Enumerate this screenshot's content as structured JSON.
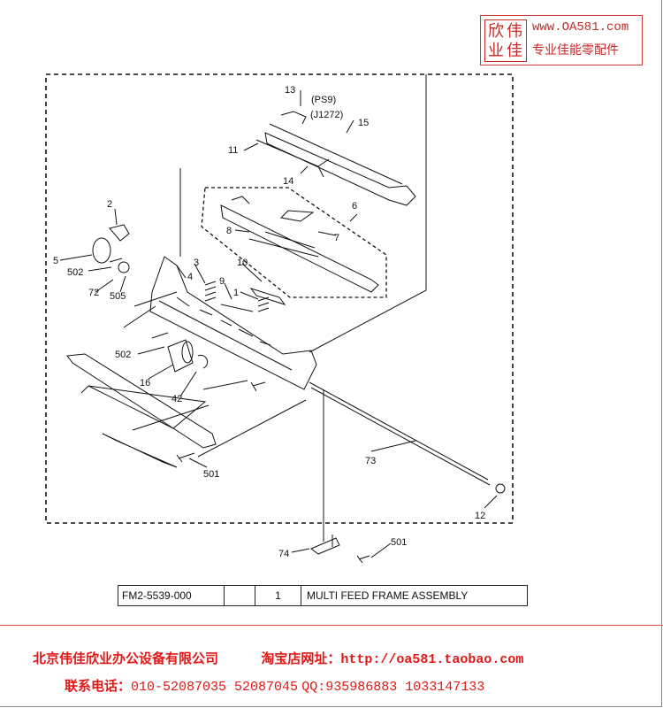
{
  "logo": {
    "seal_chars": [
      "欣",
      "伟",
      "业",
      "佳"
    ],
    "url": "www.OA581.com",
    "tagline": "专业佳能零配件"
  },
  "callouts": {
    "c13": "13",
    "ps9": "(PS9)",
    "j1272": "(J1272)",
    "c15": "15",
    "c11": "11",
    "c14": "14",
    "c6": "6",
    "c7": "7",
    "c8": "8",
    "c2": "2",
    "c5": "5",
    "c502a": "502",
    "c72": "72",
    "c505": "505",
    "c3": "3",
    "c4": "4",
    "c9": "9",
    "c10": "10",
    "c1": "1",
    "c502b": "502",
    "c16": "16",
    "c42": "42",
    "c501a": "501",
    "c73": "73",
    "c12": "12",
    "c74": "74",
    "c501b": "501"
  },
  "table": {
    "part_number": "FM2-5539-000",
    "blank": "",
    "quantity": "1",
    "description": "MULTI FEED FRAME ASSEMBLY"
  },
  "footer": {
    "company": "北京伟佳欣业办公设备有限公司",
    "shop_label": "淘宝店网址：",
    "shop_url": "http://oa581.taobao.com",
    "phone_label": "联系电话：",
    "phones": "010-52087035 52087045",
    "qq_label": "QQ:",
    "qq": "935986883 1033147133"
  },
  "colors": {
    "accent_red": "#e01818",
    "line": "#111111"
  }
}
